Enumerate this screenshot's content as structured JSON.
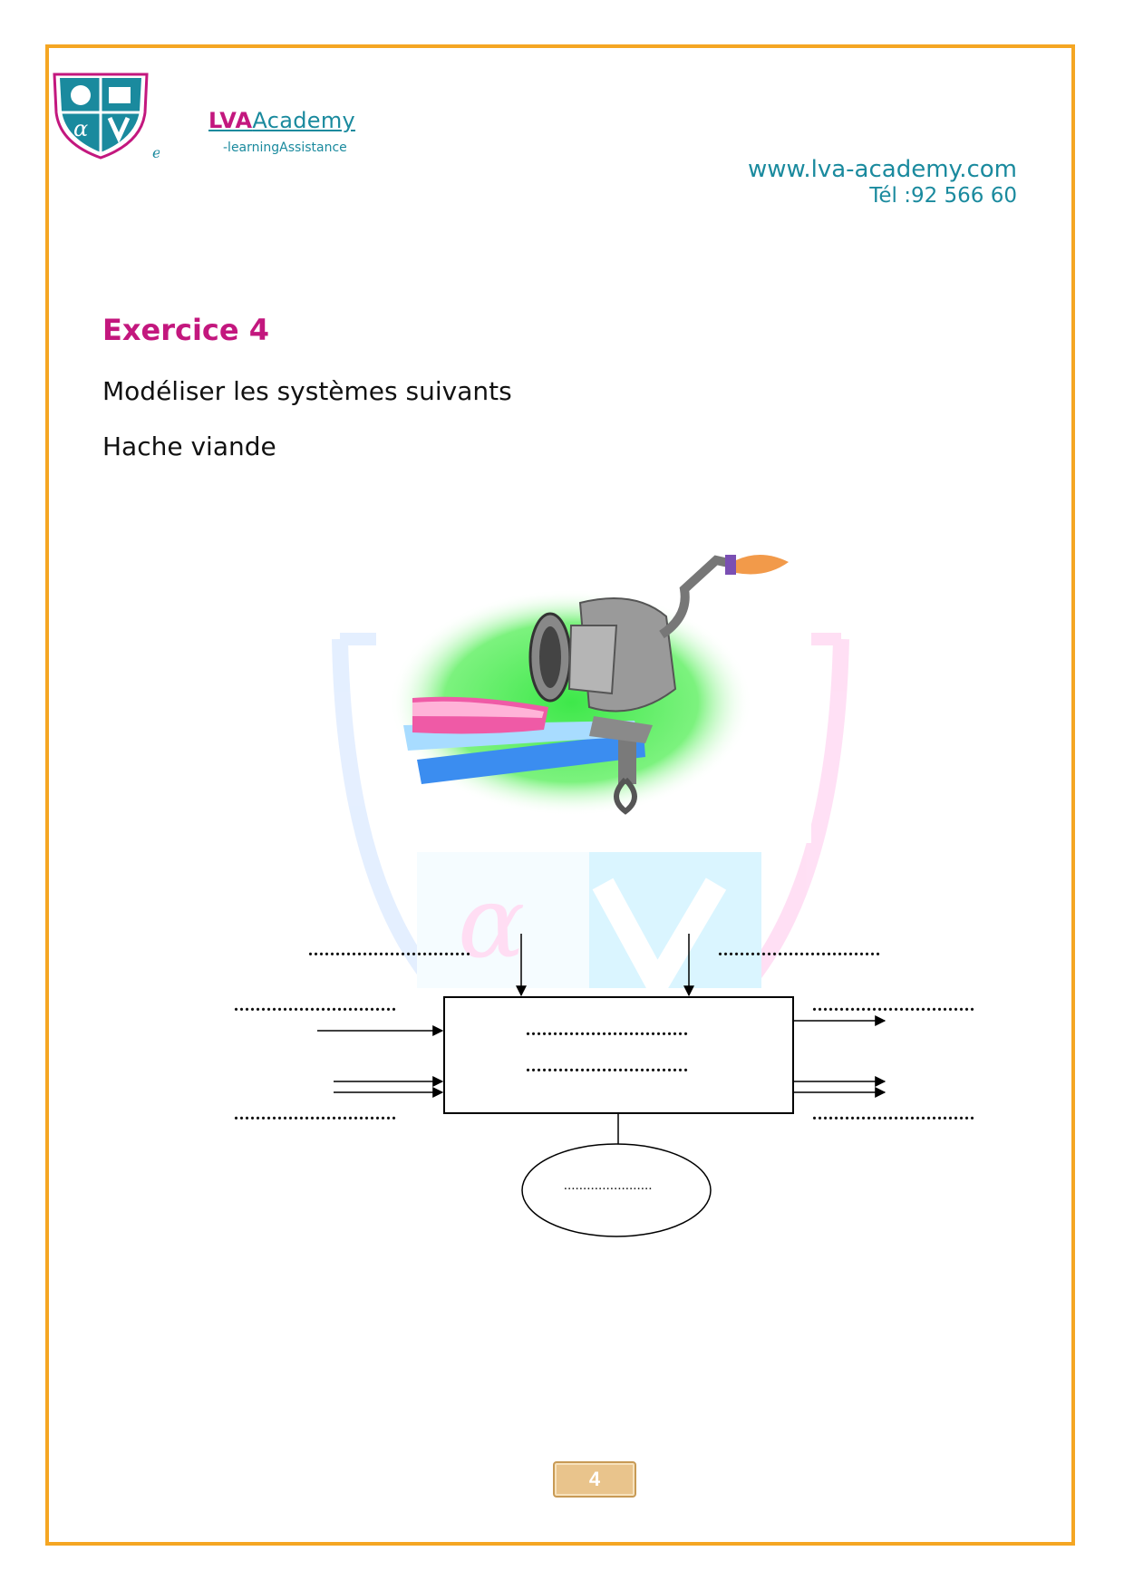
{
  "header": {
    "logo_mark": "e",
    "brand_lva": "LVA",
    "brand_academy": "Academy",
    "brand_sub": "-learningAssistance",
    "website": "www.lva-academy.com",
    "phone": "Tél :92 566 60"
  },
  "exercise": {
    "title": "Exercice 4",
    "instruction": "Modéliser les systèmes suivants",
    "subject": "Hache viande"
  },
  "diagram": {
    "top_left_blank": "..............................",
    "top_right_blank": "..............................",
    "left_top_blank": "..............................",
    "left_bottom_blank": "..............................",
    "box_line1_blank": "..............................",
    "box_line2_blank": "..............................",
    "right_top_blank": "..............................",
    "right_bottom_blank": "..............................",
    "ellipse_blank": "......................."
  },
  "footer": {
    "page_number": "4"
  },
  "colors": {
    "border": "#f5a623",
    "brand_magenta": "#c3177e",
    "brand_teal": "#1a8a9e"
  },
  "icons": [
    "lva-shield-logo-icon",
    "meat-grinder-illustration",
    "watermark-shield-icon"
  ]
}
